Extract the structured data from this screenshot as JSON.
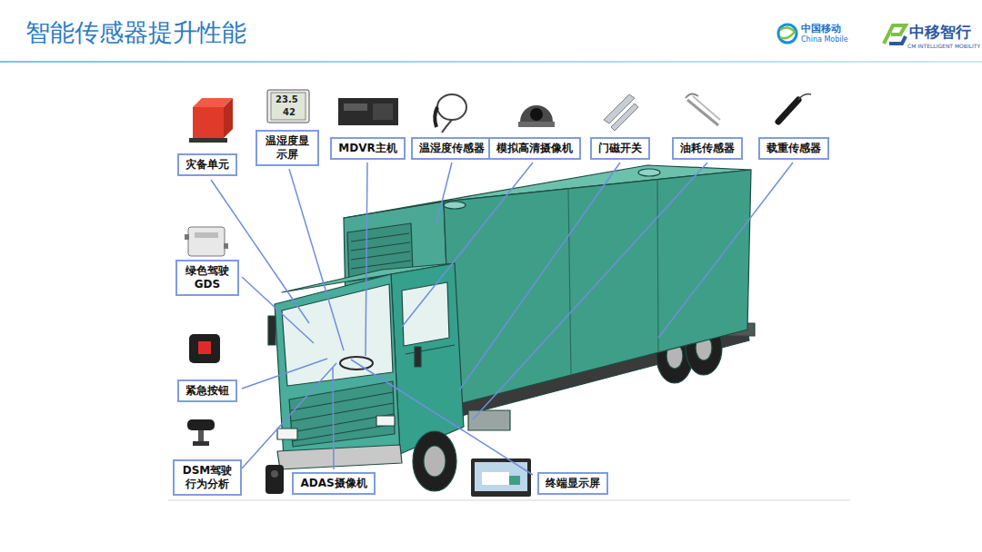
{
  "diagram": {
    "title": "智能传感器提升性能",
    "nodes": [
      {
        "text": [
          "灾备单元"
        ]
      },
      {
        "text": [
          "温湿度显 示屏"
        ]
      },
      {
        "text": [
          "MDVR主机"
        ]
      },
      {
        "text": [
          "温湿度传感器"
        ]
      },
      {
        "text": [
          "模拟高清摄像机"
        ]
      },
      {
        "text": [
          "门磁开关"
        ]
      },
      {
        "text": [
          "油耗传感器"
        ]
      },
      {
        "text": [
          "载重传感器"
        ]
      },
      {
        "text": [
          "绿色驾驶 GDS"
        ]
      },
      {
        "text": [
          "紧急按钮"
        ]
      },
      {
        "text": [
          "DSM驾驶 行为分析"
        ]
      },
      {
        "text": [
          "ADAS摄像机"
        ]
      },
      {
        "text": [
          "终端显示屏"
        ]
      }
    ],
    "labels": [
      "中国移动",
      "China Mobile",
      "中移智行",
      "CM INTELLIGENT MOBILITY",
      "23.5",
      "42"
    ]
  }
}
